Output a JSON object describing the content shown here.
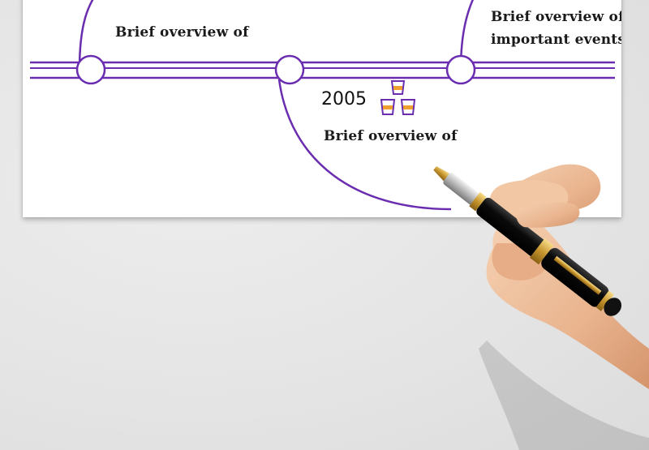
{
  "colors": {
    "accent": "#6a2db0",
    "icon_fill": "#f0a030",
    "paper": "#ffffff",
    "background": "#e6e6e6"
  },
  "events": [
    {
      "text_lines": [
        "Brief overview of"
      ]
    },
    {
      "year": "2005",
      "icon": "stacked-cups-icon",
      "text_lines": [
        "Brief overview of"
      ]
    },
    {
      "text_lines": [
        "Brief overview of",
        "important events"
      ]
    }
  ],
  "decoration": {
    "icon": "fountain-pen-in-hand-icon"
  }
}
